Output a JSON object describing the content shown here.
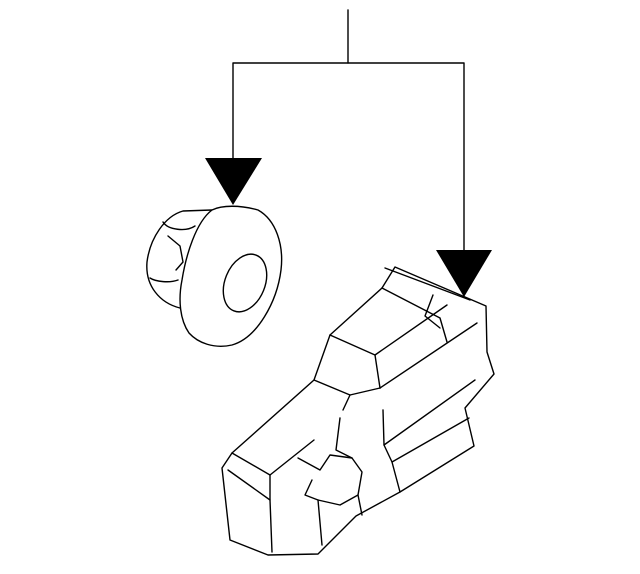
{
  "diagram": {
    "background_color": "#ffffff",
    "line_color": "#000000",
    "parts": [
      {
        "name": "grommet",
        "icon": "grommet-icon"
      },
      {
        "name": "parking-sensor",
        "icon": "sensor-icon"
      }
    ],
    "callout": {
      "targets": 2
    }
  }
}
